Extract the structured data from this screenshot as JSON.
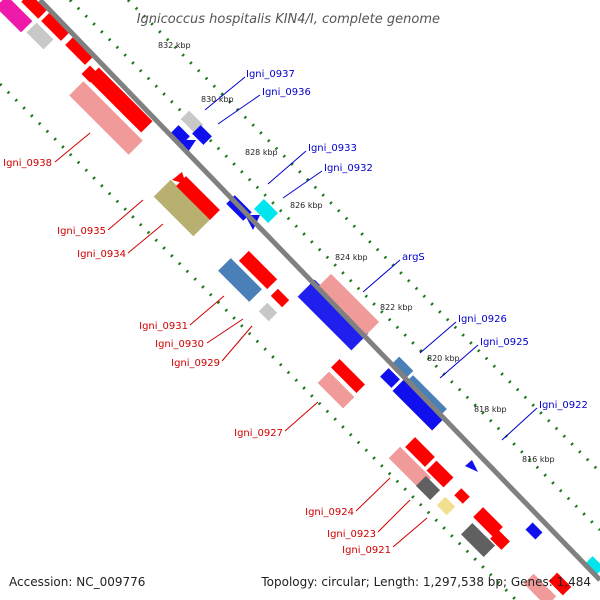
{
  "title": "Ignicoccus hospitalis KIN4/I, complete genome",
  "footer": {
    "accession": "Accession: NC_009776",
    "stats": "Topology: circular; Length: 1,297,538 bp; Genes: 1,484"
  },
  "colors": {
    "backbone": "#808080",
    "tick": "#1a7a1a",
    "forward_label": "#d00000",
    "reverse_label": "#0000cc"
  },
  "kbp_labels": [
    "832 kbp",
    "830 kbp",
    "828 kbp",
    "826 kbp",
    "824 kbp",
    "822 kbp",
    "820 kbp",
    "818 kbp",
    "816 kbp"
  ],
  "forward_labels": [
    "Igni_0938",
    "Igni_0935",
    "Igni_0934",
    "Igni_0931",
    "Igni_0930",
    "Igni_0929",
    "Igni_0927",
    "Igni_0924",
    "Igni_0923",
    "Igni_0921"
  ],
  "reverse_labels": [
    "Igni_0937",
    "Igni_0936",
    "Igni_0933",
    "Igni_0932",
    "argS",
    "Igni_0926",
    "Igni_0925",
    "Igni_0922"
  ]
}
